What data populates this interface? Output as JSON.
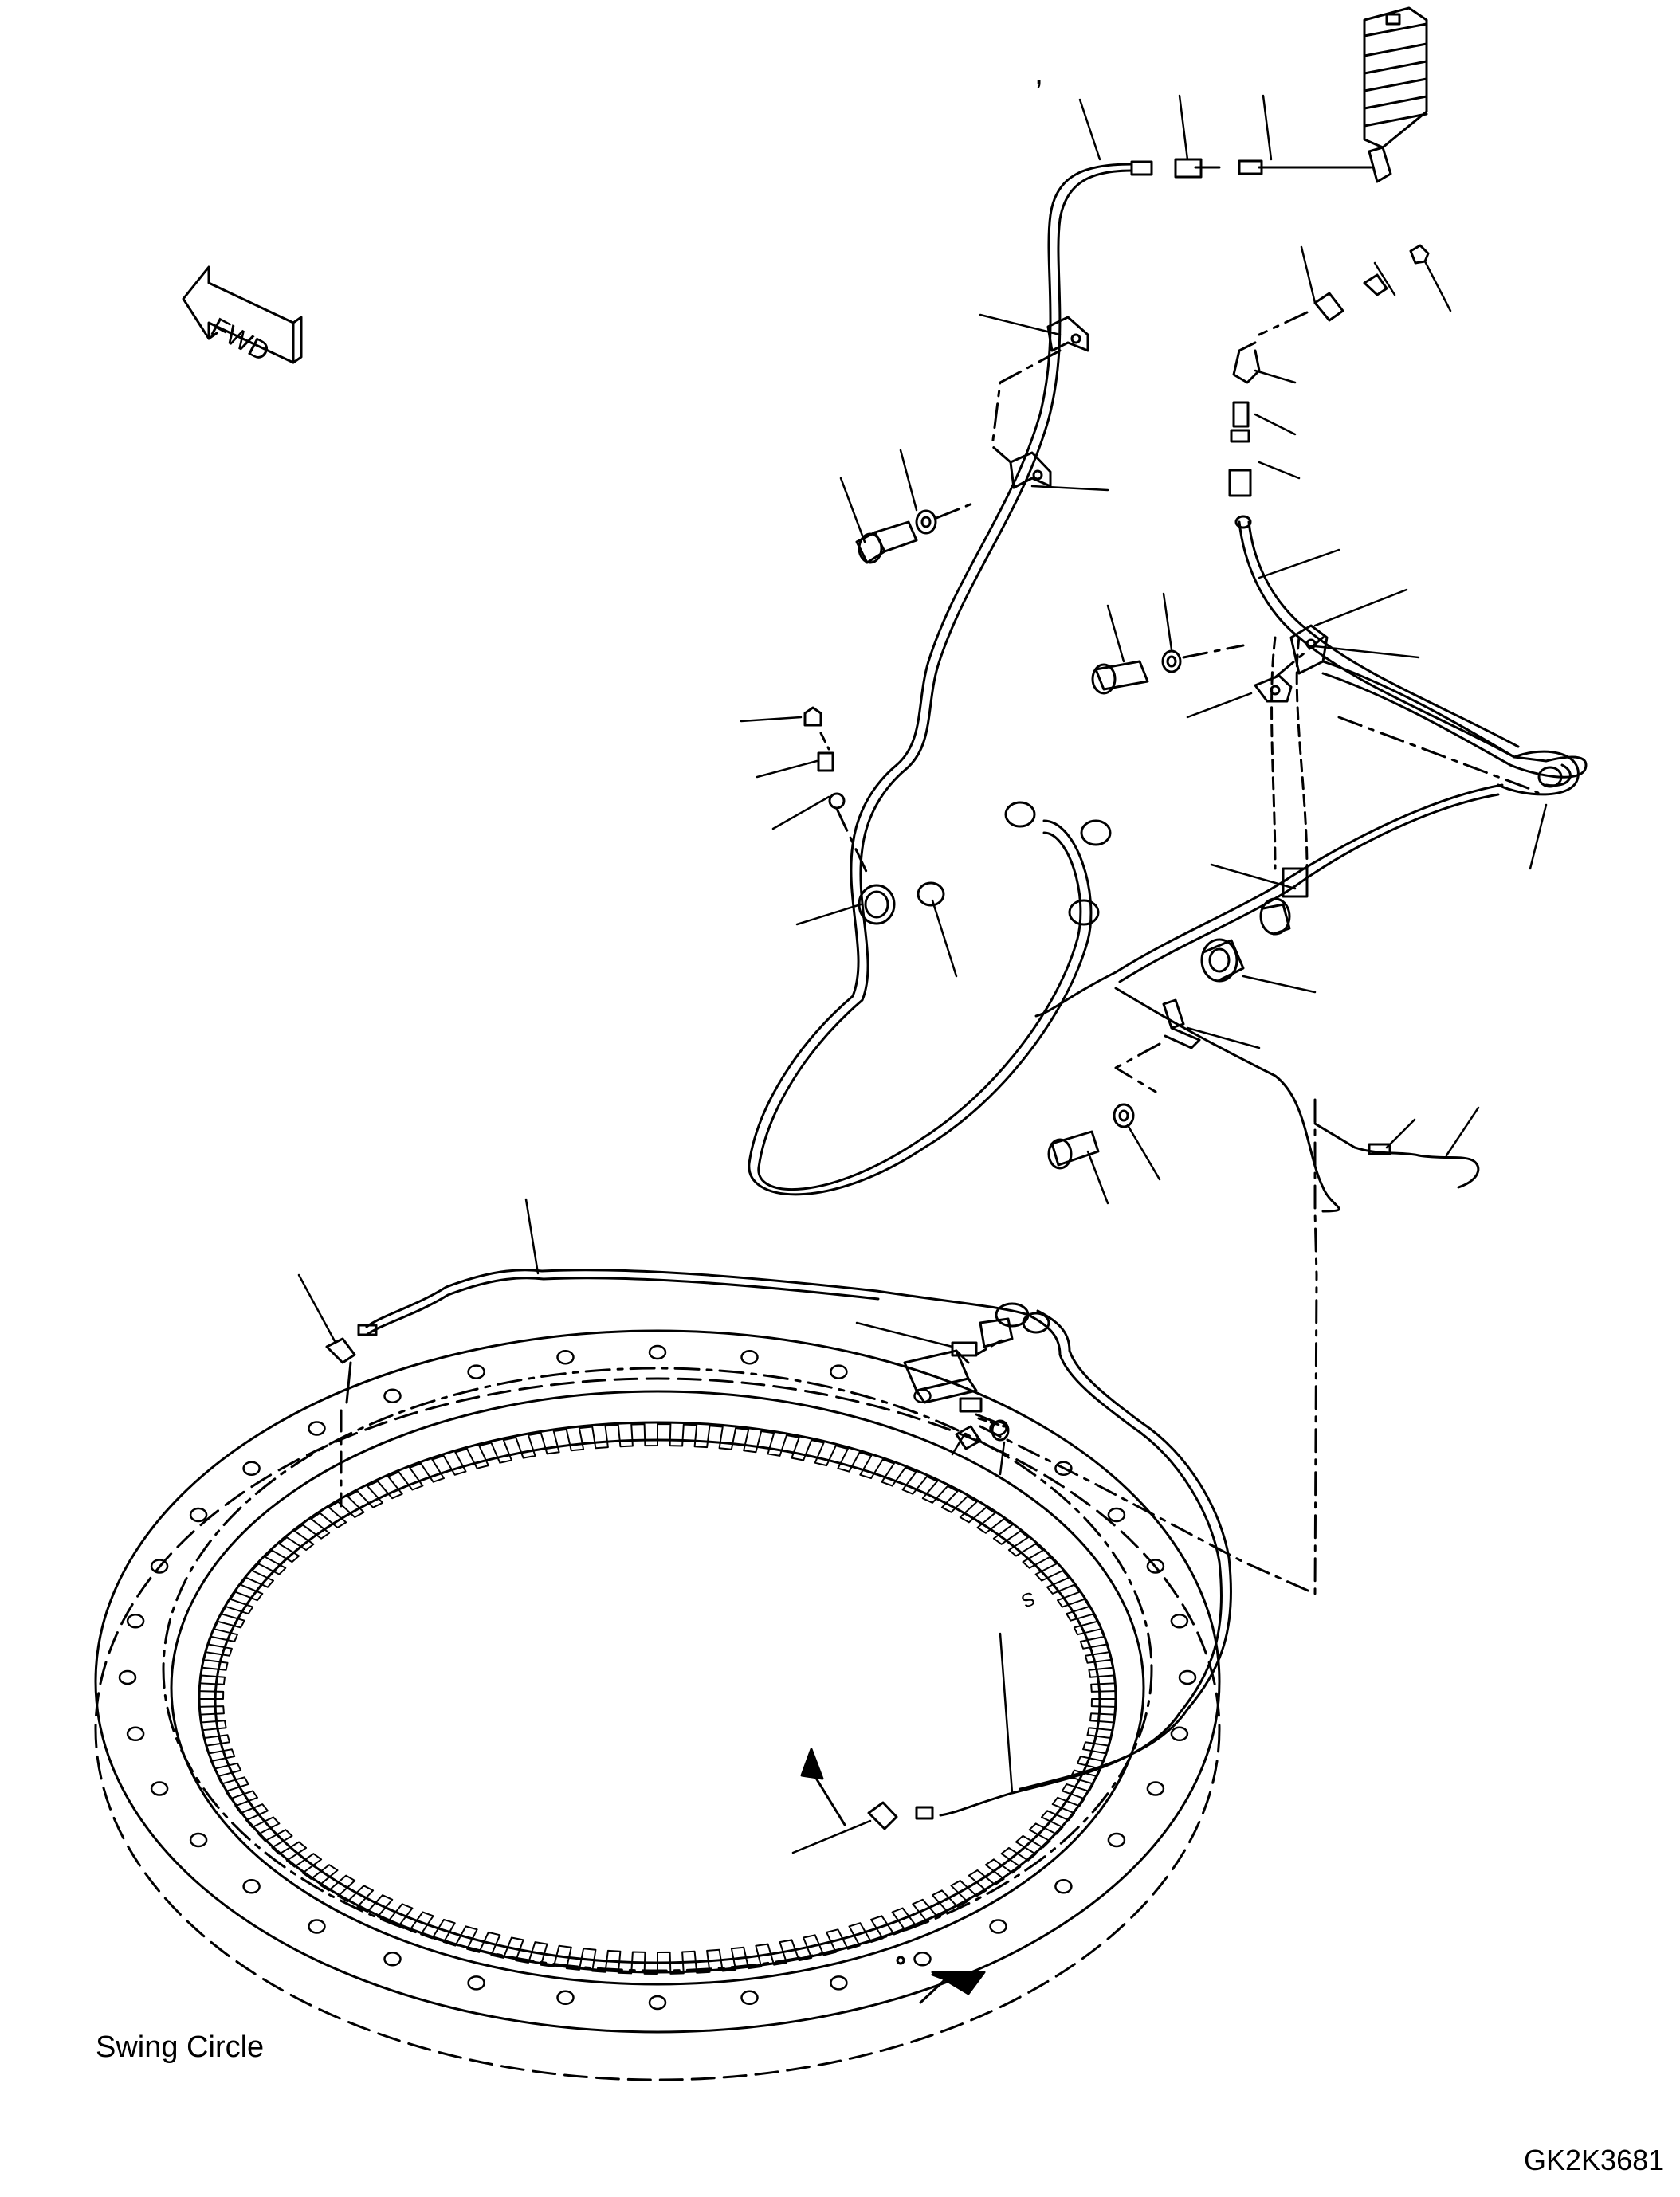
{
  "figure": {
    "caption": "Swing Circle",
    "drawing_code": "GK2K3681",
    "direction_arrow_label": "FWD",
    "top_mark": ","
  },
  "colors": {
    "line": "#000000",
    "background": "#ffffff"
  }
}
